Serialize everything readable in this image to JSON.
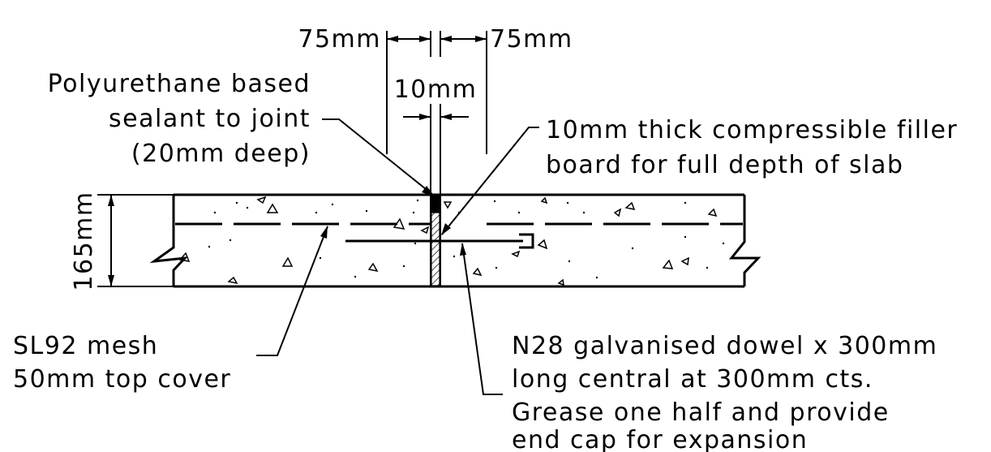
{
  "dimensions": {
    "top_left": "75mm",
    "top_right": "75mm",
    "joint_gap": "10mm",
    "slab_depth": "165mm"
  },
  "labels": {
    "sealant": [
      "Polyurethane based",
      "sealant to joint",
      "(20mm deep)"
    ],
    "filler": [
      "10mm thick compressible filler",
      "board for full depth of slab"
    ],
    "mesh": [
      "SL92 mesh",
      "50mm top cover"
    ],
    "dowel": [
      "N28 galvanised dowel x 300mm",
      "long central at 300mm cts.",
      "Grease one half and provide",
      "end cap for expansion"
    ]
  }
}
